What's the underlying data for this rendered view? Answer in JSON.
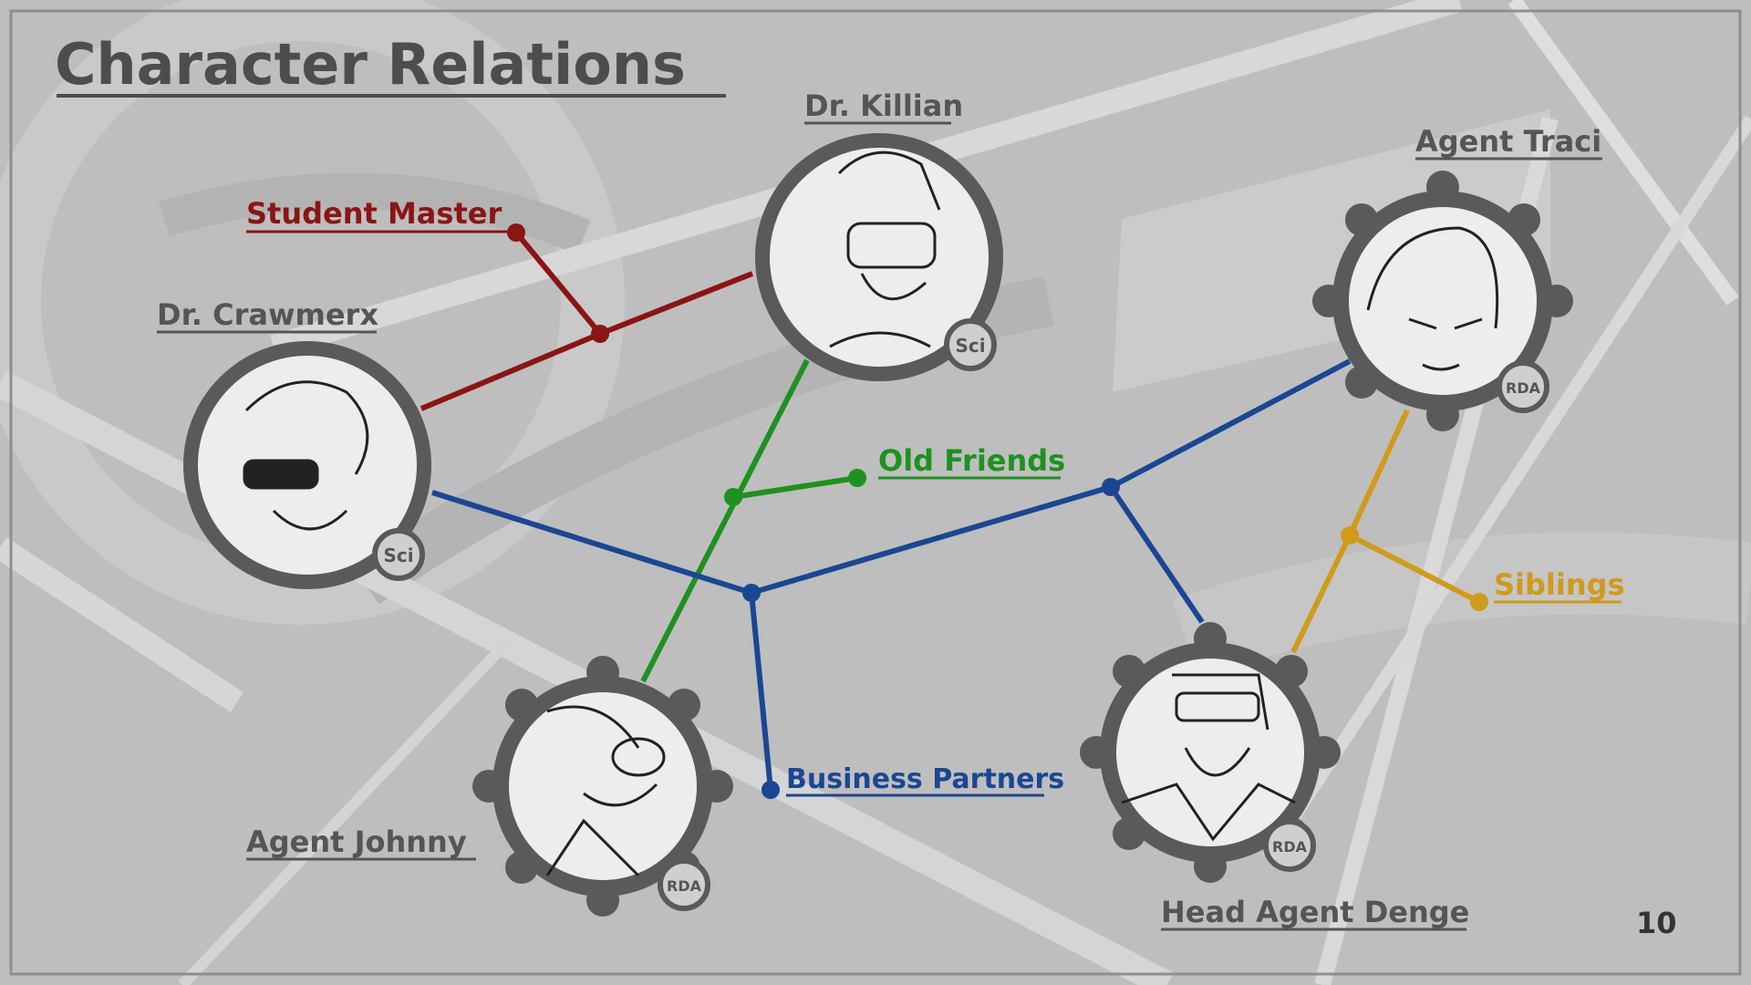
{
  "slide": {
    "title": "Character Relations",
    "page_number": "10",
    "title_color": "#4d4d4d"
  },
  "characters": [
    {
      "id": "killian",
      "name": "Dr. Killian",
      "badge": "Sci",
      "frame": "ring"
    },
    {
      "id": "crawmerx",
      "name": "Dr. Crawmerx",
      "badge": "Sci",
      "frame": "ring"
    },
    {
      "id": "johnny",
      "name": "Agent Johnny",
      "badge": "RDA",
      "frame": "gear"
    },
    {
      "id": "traci",
      "name": "Agent Traci",
      "badge": "RDA",
      "frame": "gear"
    },
    {
      "id": "denge",
      "name": "Head Agent Denge",
      "badge": "RDA",
      "frame": "gear"
    }
  ],
  "relations": [
    {
      "id": "student_master",
      "label": "Student Master",
      "color": "#8b1414"
    },
    {
      "id": "old_friends",
      "label": "Old Friends",
      "color": "#1f9120"
    },
    {
      "id": "business_partners",
      "label": "Business Partners",
      "color": "#1b4693"
    },
    {
      "id": "siblings",
      "label": "Siblings",
      "color": "#d09a1c"
    }
  ]
}
